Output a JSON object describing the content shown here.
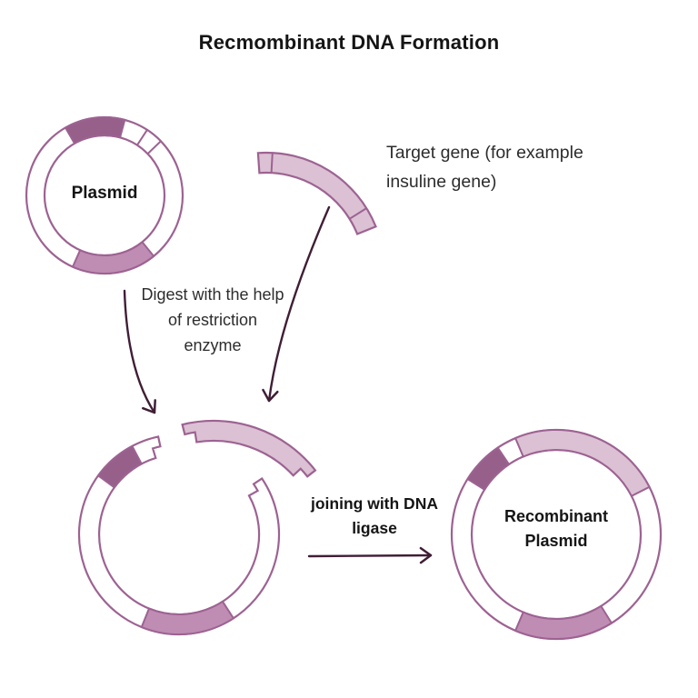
{
  "title": "Recmombinant DNA Formation",
  "colors": {
    "background": "#ffffff",
    "outline": "#9d6292",
    "segment_dark": "#96608a",
    "segment_medium": "#bf8db3",
    "segment_light": "#dbc1d3",
    "arrow": "#401e35",
    "text_primary": "#151515",
    "text_secondary": "#2d2d2d"
  },
  "diagram": {
    "plasmid": {
      "label": "Plasmid"
    },
    "target_gene": {
      "label": "Target gene (for example insuline gene)"
    },
    "digest_step": {
      "label": "Digest with the help of restriction enzyme"
    },
    "ligate_step": {
      "label": "joining with DNA ligase"
    },
    "recombinant_plasmid": {
      "label": "Recombinant Plasmid"
    }
  }
}
